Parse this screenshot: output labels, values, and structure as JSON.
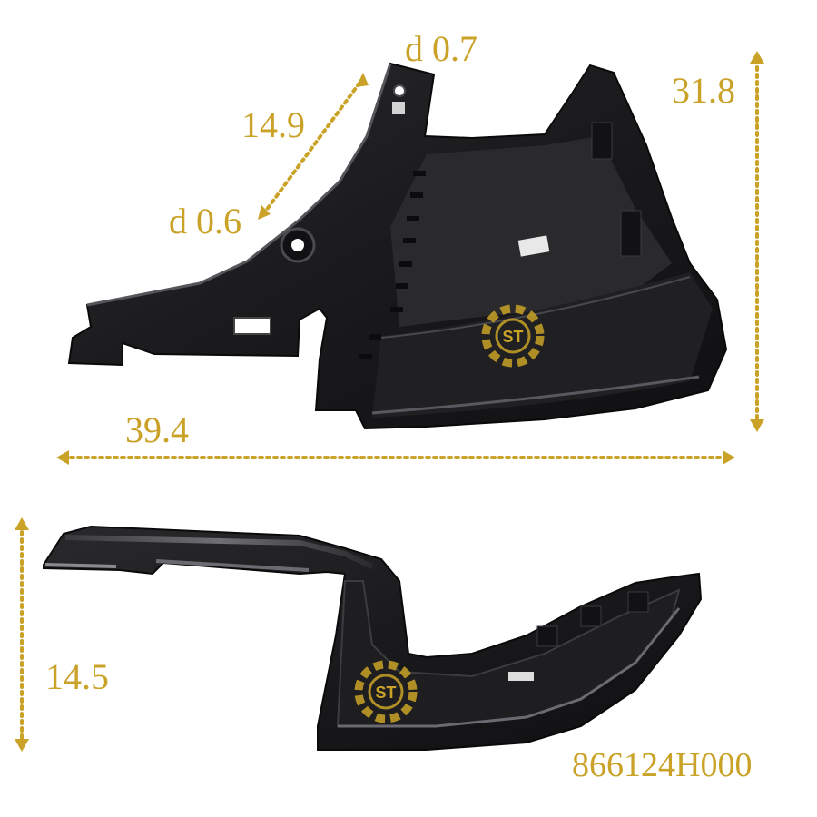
{
  "dimensions": {
    "top_thickness": "d 0.7",
    "diagonal_length": "14.9",
    "bottom_thickness": "d 0.6",
    "height": "31.8",
    "width": "39.4",
    "depth": "14.5"
  },
  "part_number": "866124H000",
  "watermark": {
    "text": "ST"
  },
  "colors": {
    "dimension": "#c9a227",
    "part_body": "#1c1c1e",
    "part_highlight": "#5a5a5e",
    "background": "#ffffff"
  }
}
